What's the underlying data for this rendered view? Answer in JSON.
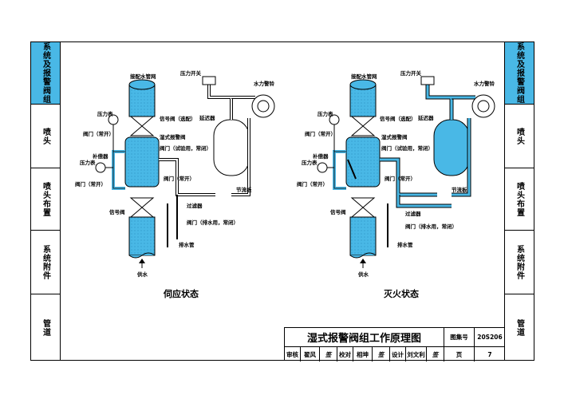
{
  "sidebar_left": {
    "cells": [
      {
        "label": "系统及报警阀组"
      },
      {
        "label": "喷头"
      },
      {
        "label": "喷头布置"
      },
      {
        "label": "系统附件"
      },
      {
        "label": "管道"
      }
    ]
  },
  "sidebar_right": {
    "cells": [
      {
        "label": "系统及报警阀组"
      },
      {
        "label": "喷头"
      },
      {
        "label": "喷头布置"
      },
      {
        "label": "系统附件"
      },
      {
        "label": "管道"
      }
    ]
  },
  "diagram_left": {
    "caption": "伺应状态",
    "labels": {
      "pressure_switch": "压力开关",
      "riser_gate": "接配水管网",
      "hydraulic_bell": "水力警铃",
      "gauge1": "压力表",
      "signal_valve_opt": "信号阀（选配）",
      "delay": "延迟器",
      "valve_open1": "阀门（常开）",
      "alarm_valve": "湿式报警阀",
      "compensator": "补偿器",
      "gauge2": "压力表",
      "valve_test": "阀门（试验用，常闭）",
      "valve_open2": "阀门（常开）",
      "valve_open3": "阀门（常开）",
      "orifice": "节流板",
      "signal_valve": "信号阀",
      "filter": "过滤器",
      "drain_valve": "阀门（排水用，常闭）",
      "drain_pipe": "排水管",
      "supply": "供水"
    }
  },
  "diagram_right": {
    "caption": "灭火状态",
    "labels": {
      "pressure_switch": "压力开关",
      "riser_gate": "接配水管网",
      "hydraulic_bell": "水力警铃",
      "gauge1": "压力表",
      "signal_valve_opt": "信号阀（选配）",
      "delay": "延迟器",
      "valve_open1": "阀门（常开）",
      "alarm_valve": "湿式报警阀",
      "compensator": "补偿器",
      "gauge2": "压力表",
      "valve_test": "阀门（试验用，常闭）",
      "valve_open2": "阀门（常开）",
      "valve_open3": "阀门（常开）",
      "orifice": "节流板",
      "signal_valve": "信号阀",
      "filter": "过滤器",
      "drain_valve": "阀门（排水用，常闭）",
      "drain_pipe": "排水管",
      "supply": "供水"
    }
  },
  "title_block": {
    "title": "湿式报警阀组工作原理图",
    "atlas_label": "图集号",
    "atlas_no": "20S206",
    "row": [
      "审核",
      "翟风",
      "签",
      "校对",
      "相坤",
      "签",
      "设计",
      "刘文利",
      "签"
    ],
    "page_label": "页",
    "page_no": "7"
  },
  "colors": {
    "water": "#49b8e6",
    "line": "#000000"
  }
}
